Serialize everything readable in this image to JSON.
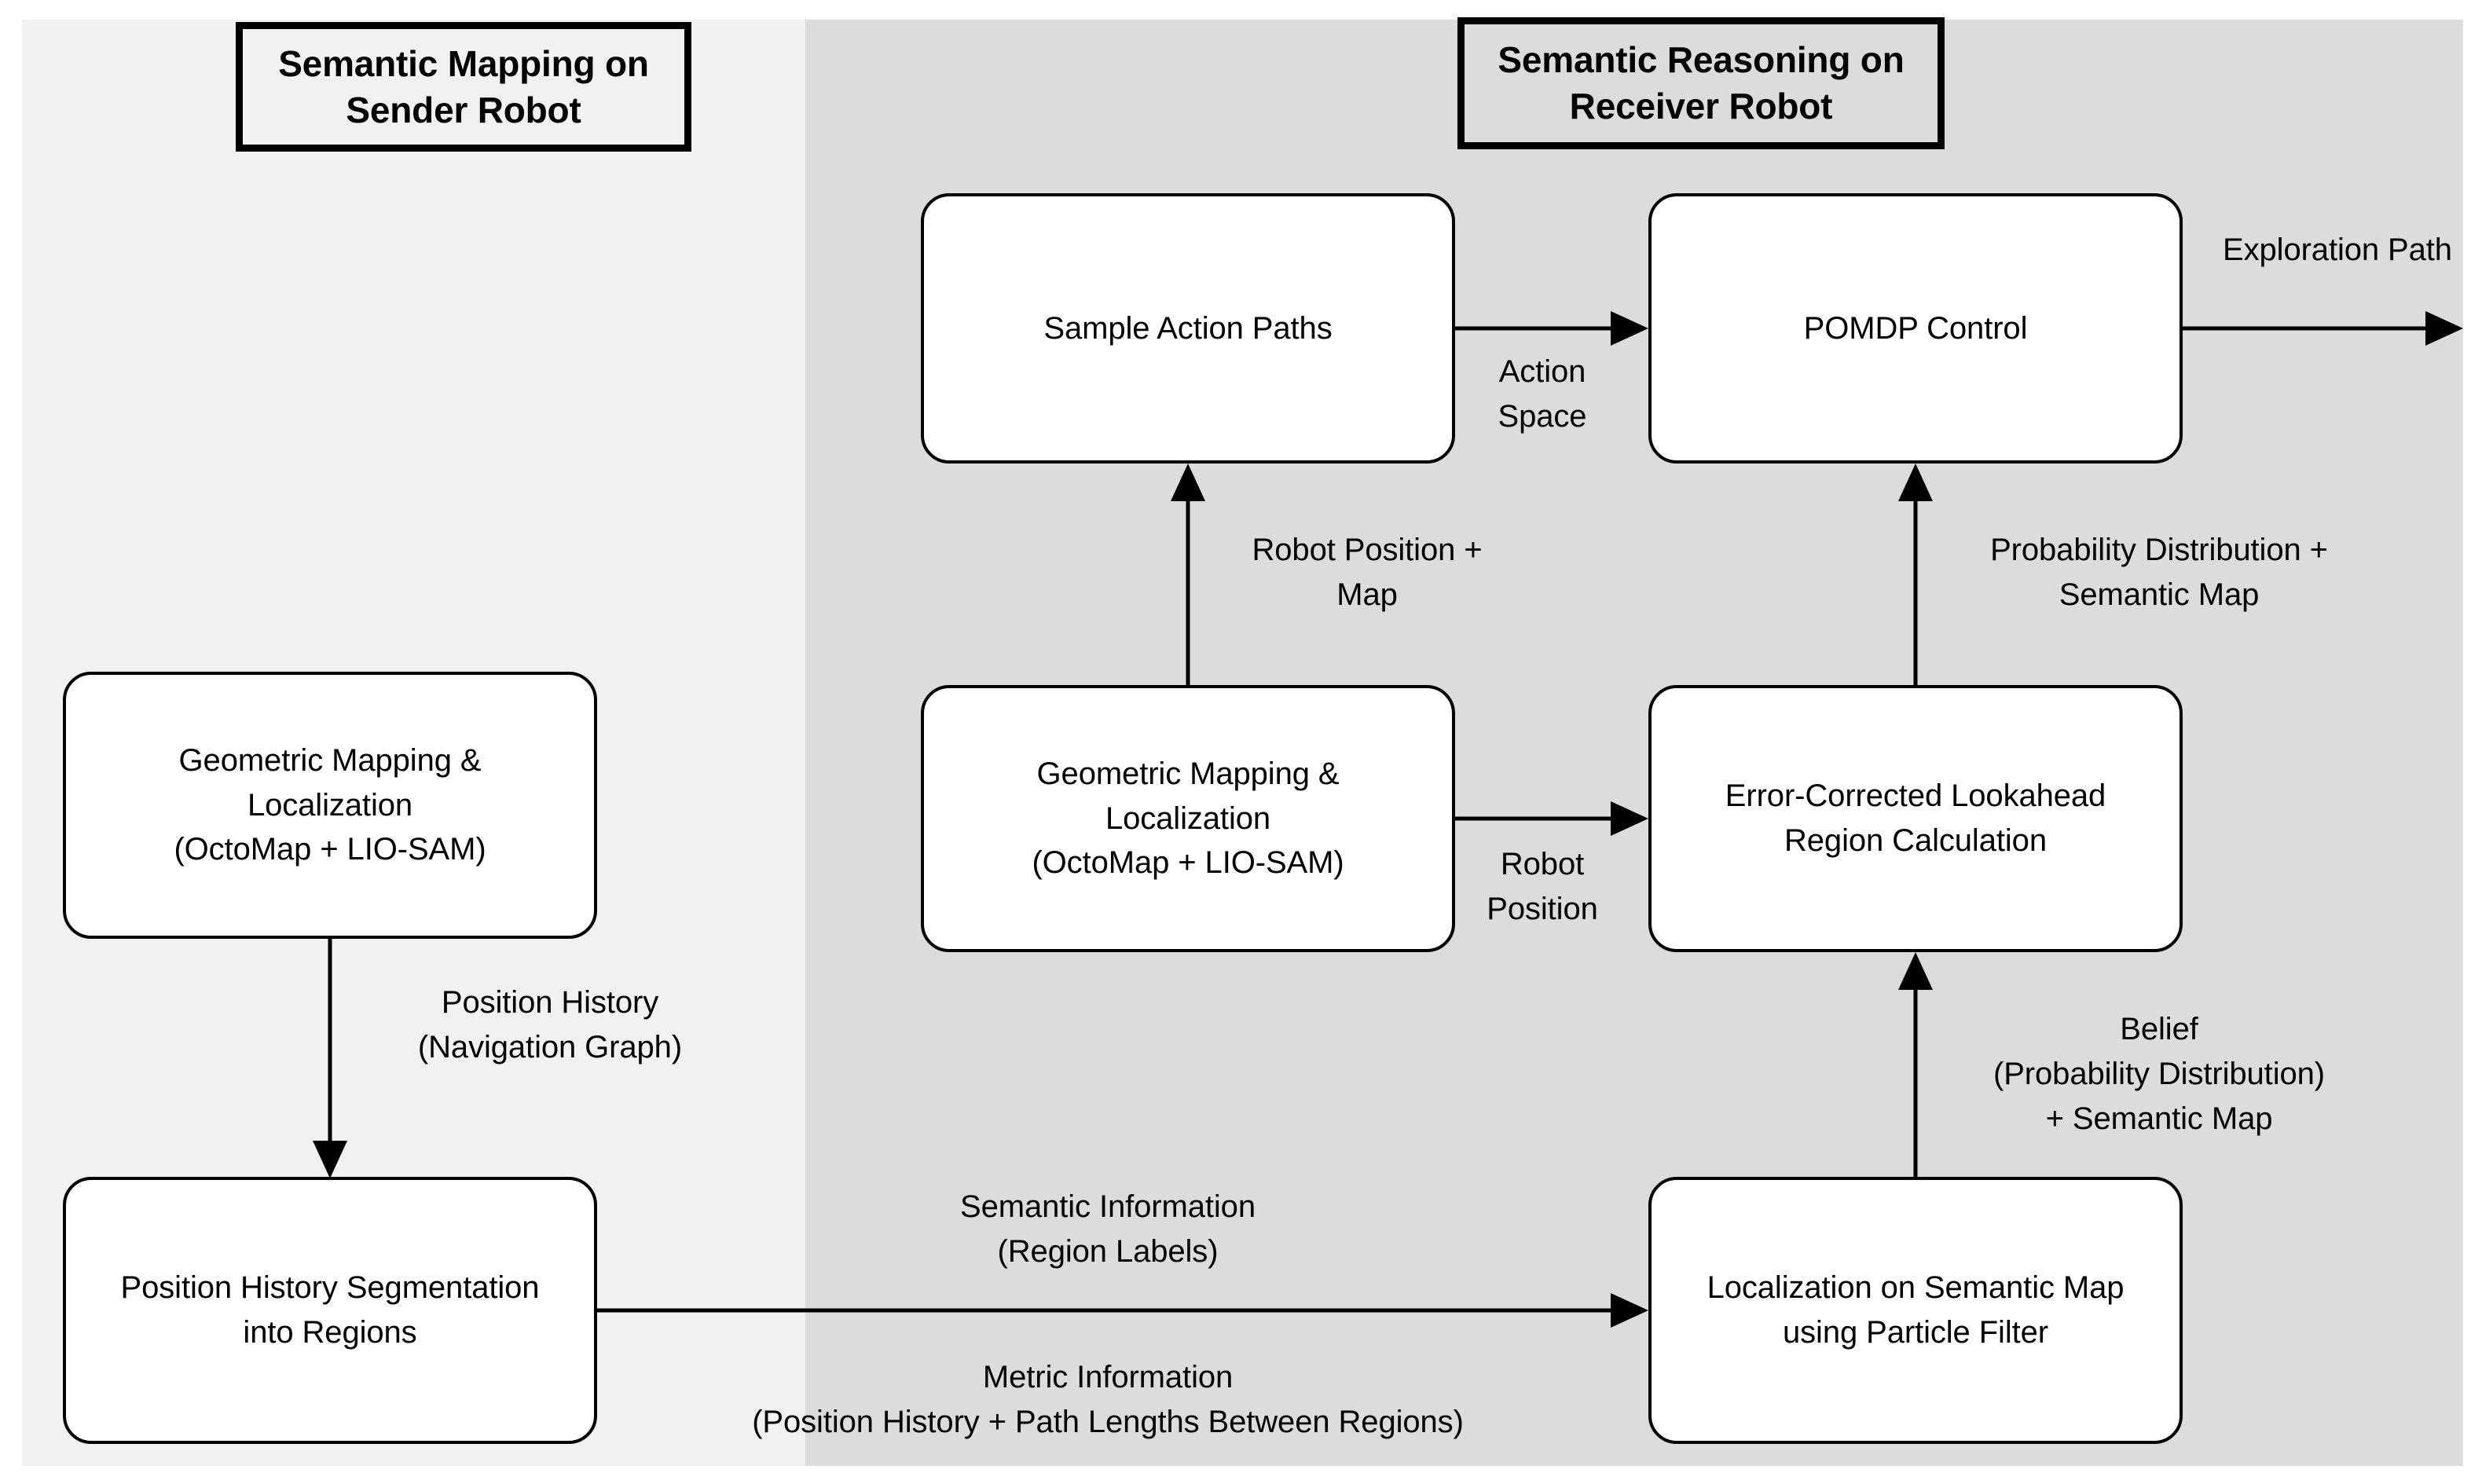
{
  "diagram": {
    "title_left": "Semantic Mapping\non Sender Robot",
    "title_right": "Semantic Reasoning\non Receiver Robot",
    "panel_left_color": "#f1f1f1",
    "panel_right_color": "#dcdcdc"
  },
  "nodes": {
    "sender_mapping": "Geometric Mapping &\nLocalization\n(OctoMap + LIO-SAM)",
    "sender_segmentation": "Position History Segmentation\ninto Regions",
    "sample_action_paths": "Sample Action Paths",
    "pomdp_control": "POMDP Control",
    "receiver_mapping": "Geometric Mapping &\nLocalization\n(OctoMap + LIO-SAM)",
    "lookahead_region": "Error-Corrected Lookahead\nRegion Calculation",
    "particle_filter": "Localization on Semantic Map\nusing Particle Filter"
  },
  "edge_labels": {
    "position_history": "Position History\n(Navigation Graph)",
    "action_space": "Action\nSpace",
    "exploration_path": "Exploration Path",
    "robot_position_map": "Robot Position +\nMap",
    "robot_position": "Robot\nPosition",
    "probability_semantic_map": "Probability Distribution +\nSemantic Map",
    "belief": "Belief\n(Probability Distribution)\n+ Semantic Map",
    "semantic_information": "Semantic Information\n(Region Labels)",
    "metric_information": "Metric Information\n(Position History + Path Lengths Between Regions)"
  }
}
